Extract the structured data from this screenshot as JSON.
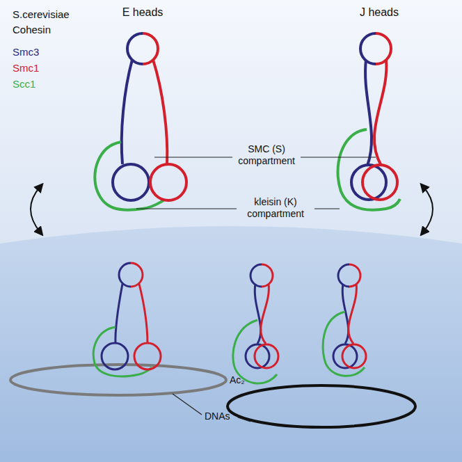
{
  "diagram": {
    "labels": [
      "S.cerevisiae",
      "Cohesin",
      "E heads",
      "J heads",
      "SMC (S) compartment",
      "kleisin (K) compartment",
      "Ac₂",
      "DNAs"
    ],
    "legend": [
      {
        "text": "Smc3",
        "color": "#2b2a7c"
      },
      {
        "text": "Smc1",
        "color": "#d4202c"
      },
      {
        "text": "Scc1",
        "color": "#3aae48"
      }
    ]
  }
}
